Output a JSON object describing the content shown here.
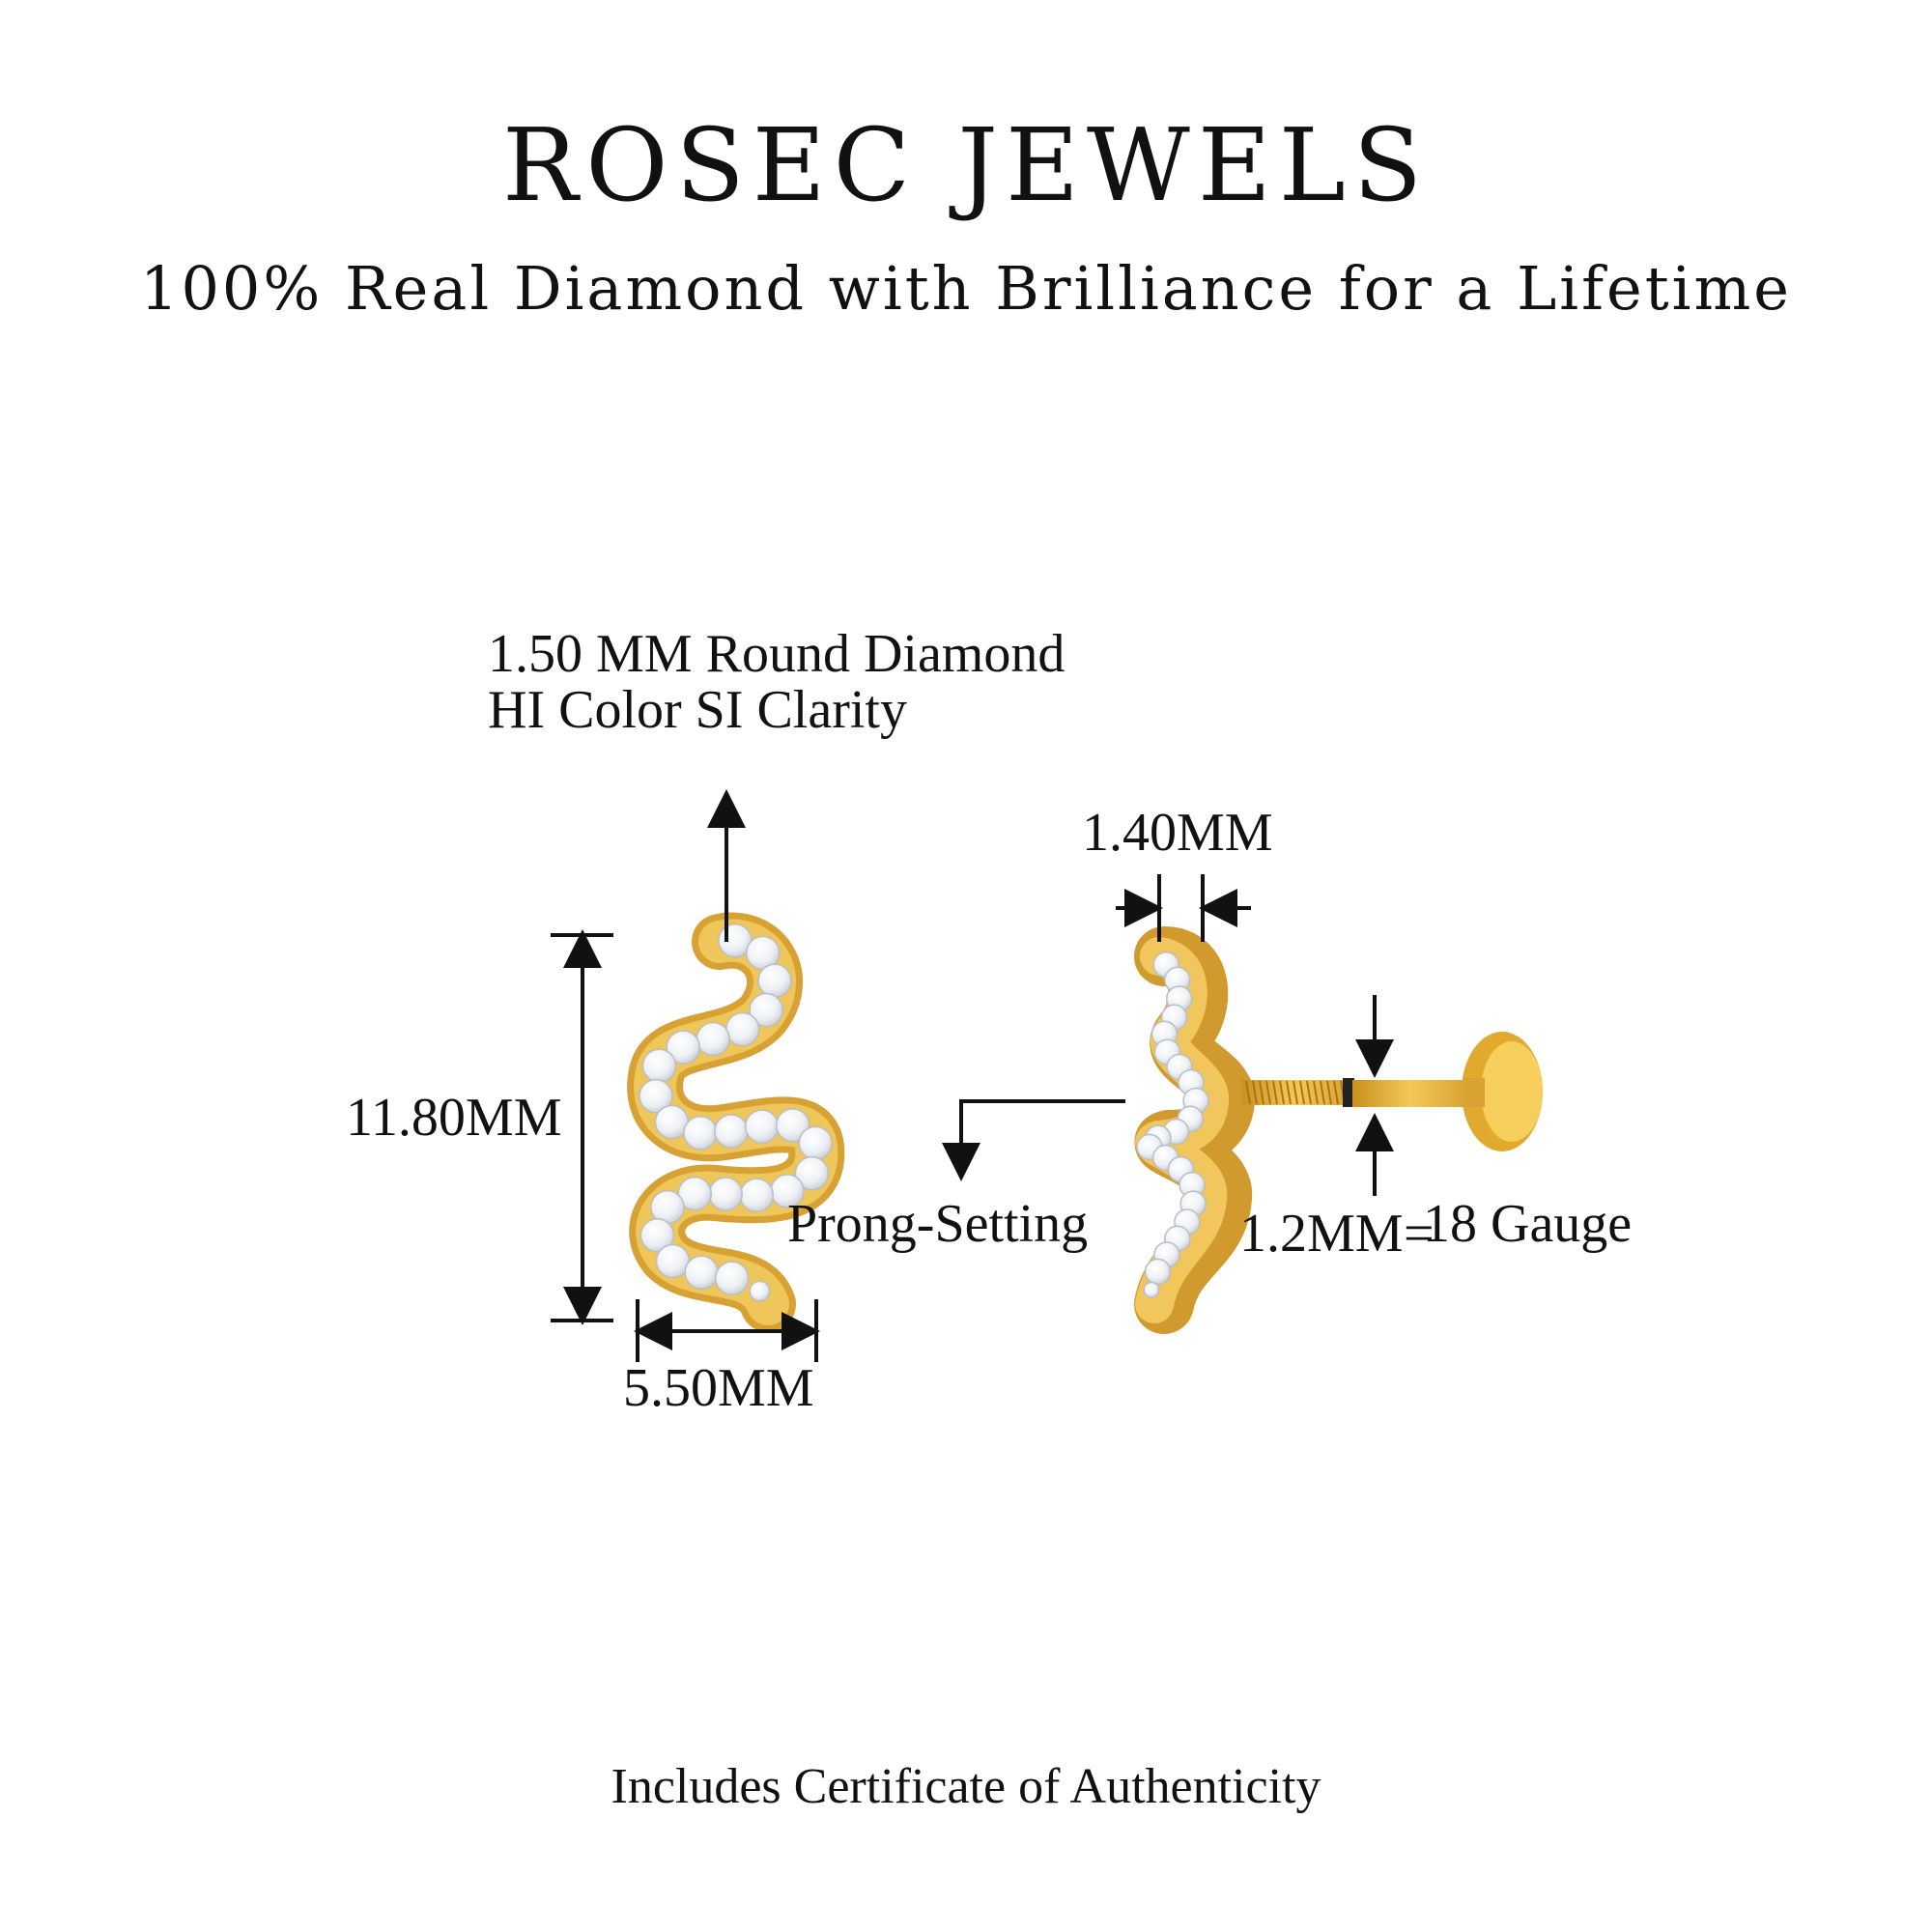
{
  "header": {
    "brand": "ROSEC JEWELS",
    "tagline": "100% Real Diamond with Brilliance for a Lifetime"
  },
  "annotations": {
    "diamond_line1": "1.50 MM Round Diamond",
    "diamond_line2": "HI Color SI Clarity",
    "height": "11.80MM",
    "width": "5.50MM",
    "top_thickness": "1.40MM",
    "setting": "Prong-Setting",
    "post_mm": "1.2MM",
    "post_eq": "=",
    "post_gauge": "18 Gauge"
  },
  "footer": {
    "certificate": "Includes Certificate of Authenticity"
  },
  "colors": {
    "gold": "#e8b33f",
    "gold_dark": "#c98f1e",
    "diamond": "#f4f6f8",
    "ink": "#111111"
  }
}
